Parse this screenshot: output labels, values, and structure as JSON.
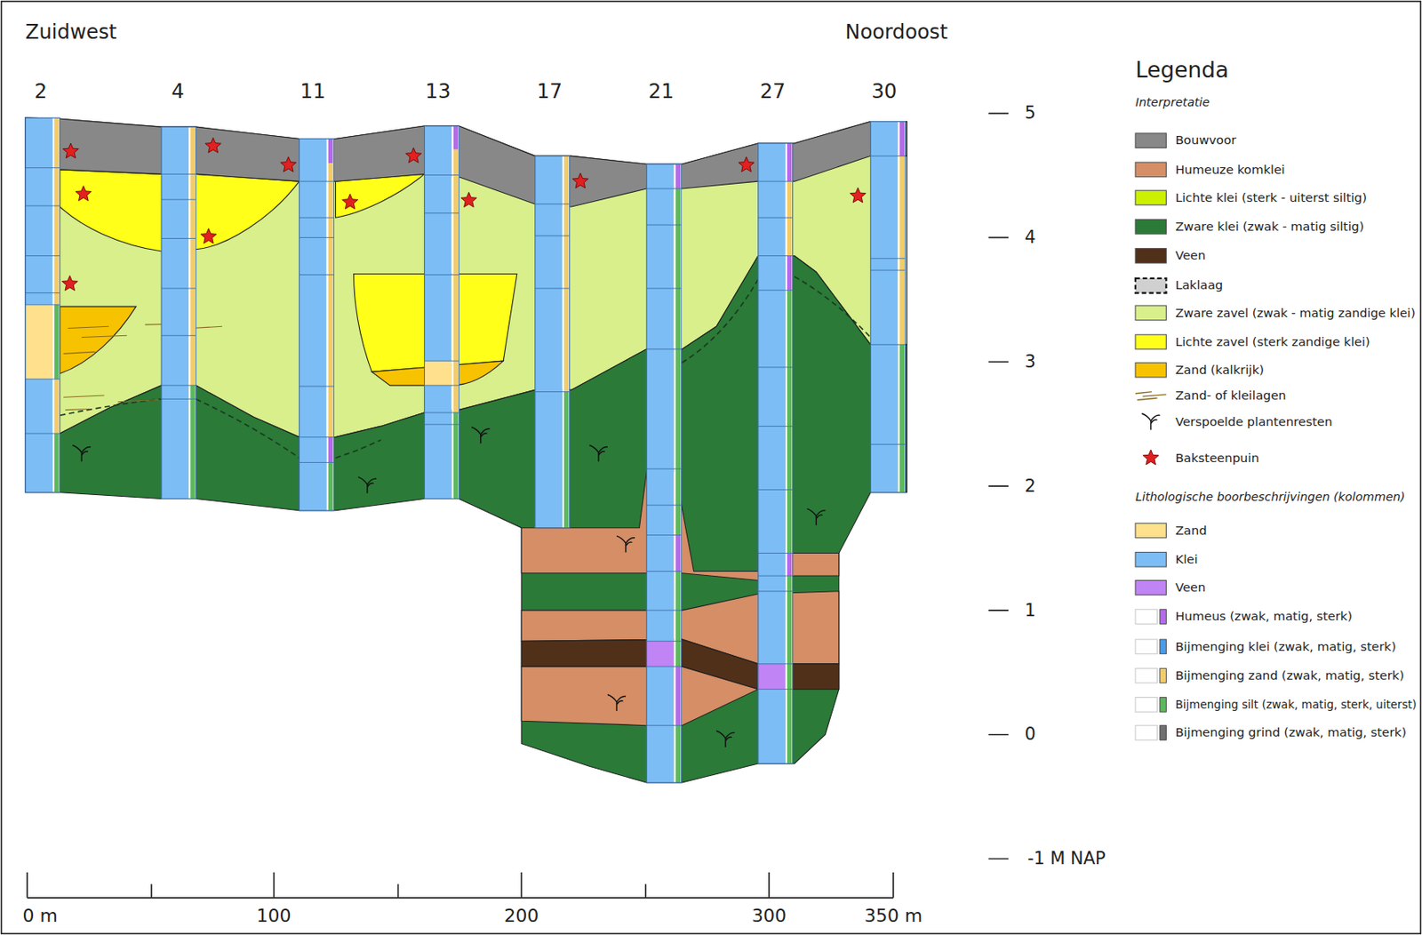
{
  "diagram": {
    "labels": [
      "Zuidwest",
      "Noordoost",
      "2",
      "4",
      "11",
      "13",
      "17",
      "21",
      "27",
      "30",
      "5",
      "4",
      "3",
      "2",
      "1",
      "0",
      "-1 M NAP",
      "0 m",
      "100",
      "200",
      "300",
      "350 m",
      "Legenda",
      "Interpretatie",
      "Lithologische boorbeschrijvingen (kolommen)"
    ],
    "legend": [
      {
        "text": "Bouwvoor",
        "color": "#888888"
      },
      {
        "text": "Humeuze komklei",
        "color": "#d58e66"
      },
      {
        "text": "Lichte klei (sterk - uiterst siltig)",
        "color": "#ccf000"
      },
      {
        "text": "Zware klei (zwak - matig siltig)",
        "color": "#2b7a38"
      },
      {
        "text": "Veen",
        "color": "#51301a"
      },
      {
        "text": "Laklaag"
      },
      {
        "text": "Zware zavel (zwak - matig zandige klei)",
        "color": "#d8ef8c"
      },
      {
        "text": "Lichte zavel (sterk zandige klei)",
        "color": "#ffff1a"
      },
      {
        "text": "Zand (kalkrijk)",
        "color": "#f7c200"
      },
      {
        "text": "Zand- of kleilagen"
      },
      {
        "text": "Verspoelde plantenresten"
      },
      {
        "text": "Baksteenpuin"
      },
      {
        "text": "Zand",
        "color": "#ffe08c"
      },
      {
        "text": "Klei",
        "color": "#7cbdf5"
      },
      {
        "text": "Veen",
        "color": "#c084f5"
      },
      {
        "text": "Humeus (zwak, matig, sterk)",
        "color": "#b46ae8"
      },
      {
        "text": "Bijmenging klei (zwak, matig, sterk)",
        "color": "#4a9ae8"
      },
      {
        "text": "Bijmenging zand (zwak, matig, sterk)",
        "color": "#f2cc6a"
      },
      {
        "text": "Bijmenging silt (zwak, matig, sterk, uiterst)",
        "color": "#5cb85c"
      },
      {
        "text": "Bijmenging grind (zwak, matig, sterk)",
        "color": "#707070"
      }
    ]
  }
}
